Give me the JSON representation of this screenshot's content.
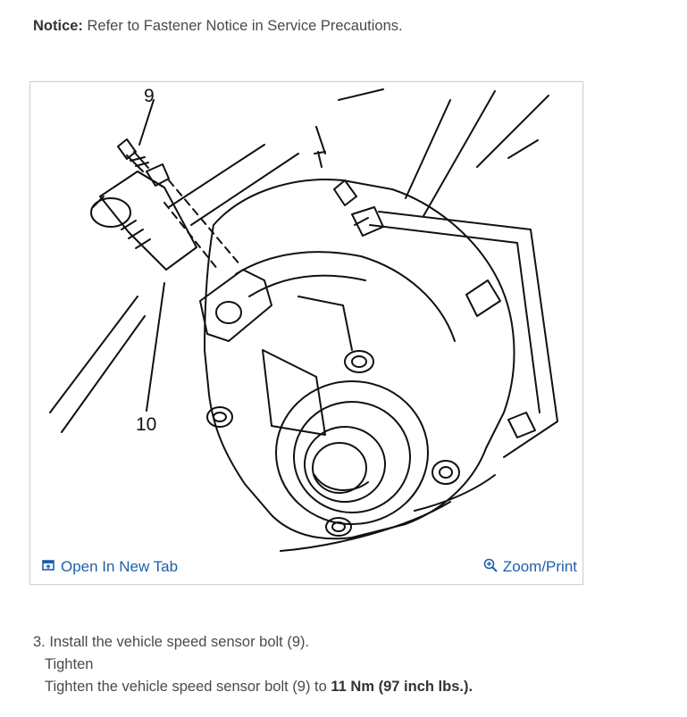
{
  "notice": {
    "label": "Notice:",
    "text": " Refer to Fastener Notice in Service Precautions."
  },
  "figure": {
    "callouts": [
      "9",
      "10"
    ],
    "open_tab_label": "Open In New Tab",
    "zoom_label": "Zoom/Print",
    "link_color": "#1f5fa8",
    "open_icon": "open-new-tab-icon",
    "zoom_icon": "zoom-in-icon"
  },
  "steps": {
    "step3_text": "3. Install the vehicle speed sensor bolt (9).",
    "tighten_heading": "Tighten",
    "tighten_text_prefix": "Tighten the vehicle speed sensor bolt (9) to ",
    "torque_value": "11 Nm (97 inch lbs.)."
  }
}
